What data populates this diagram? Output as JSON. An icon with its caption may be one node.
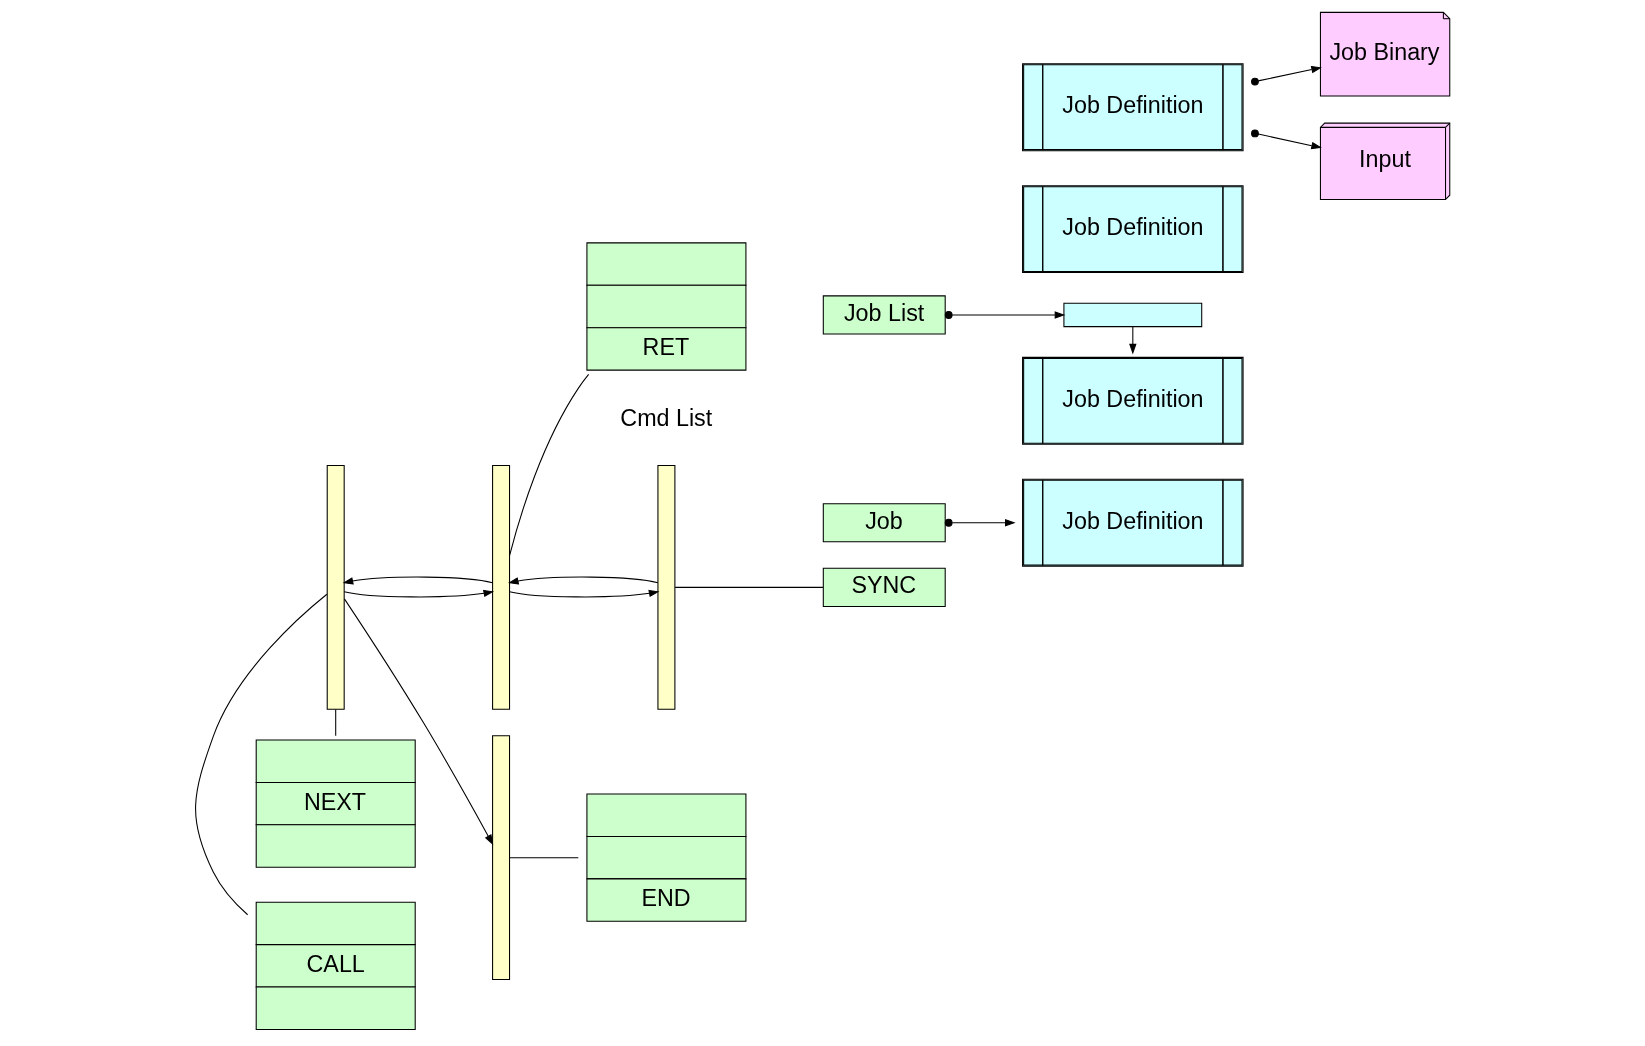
{
  "diagram": {
    "nodes": [
      {
        "text": [],
        "shape": "bar"
      },
      {
        "text": [],
        "shape": "bar"
      },
      {
        "text": [],
        "shape": "bar",
        "beside": [
          "Cmd List"
        ]
      },
      {
        "text": [],
        "shape": "bar"
      },
      {
        "text": [
          "CALL"
        ]
      },
      {
        "text": [
          "NEXT"
        ]
      },
      {
        "text": [
          "RET"
        ]
      },
      {
        "text": [
          "END"
        ]
      },
      {
        "text": [
          "Job"
        ]
      },
      {
        "text": [
          "SYNC"
        ]
      },
      {
        "text": [
          "Job List"
        ]
      },
      {
        "text": [
          "Job Definition"
        ]
      },
      {
        "text": [],
        "shape": "bar"
      },
      {
        "text": [
          "Job Definition"
        ]
      },
      {
        "text": [
          "Job Definition"
        ]
      },
      {
        "text": [
          "Job Definition"
        ]
      },
      {
        "text": [
          "Job Binary"
        ]
      },
      {
        "text": [
          "Input"
        ]
      }
    ],
    "edges": [
      {
        "from": 0,
        "to": 4,
        "arrow": "none"
      },
      {
        "from": 0,
        "to": 5,
        "arrow": "none"
      },
      {
        "from": 0,
        "to": 1,
        "arrow": "to"
      },
      {
        "from": 1,
        "to": 0,
        "arrow": "to"
      },
      {
        "from": 0,
        "to": 3,
        "arrow": "to"
      },
      {
        "from": 1,
        "to": 2,
        "arrow": "to"
      },
      {
        "from": 2,
        "to": 1,
        "arrow": "to"
      },
      {
        "from": 1,
        "to": 6,
        "arrow": "none"
      },
      {
        "from": 3,
        "to": 7,
        "arrow": "none"
      },
      {
        "from": 2,
        "to": 9,
        "arrow": "none"
      },
      {
        "from": 8,
        "to": 11,
        "arrow": "to"
      },
      {
        "from": 10,
        "to": 12,
        "arrow": "to"
      },
      {
        "from": 12,
        "to": 13,
        "arrow": "to"
      },
      {
        "from": 15,
        "to": 16,
        "arrow": "to"
      },
      {
        "from": 15,
        "to": 17,
        "arrow": "to"
      }
    ]
  }
}
